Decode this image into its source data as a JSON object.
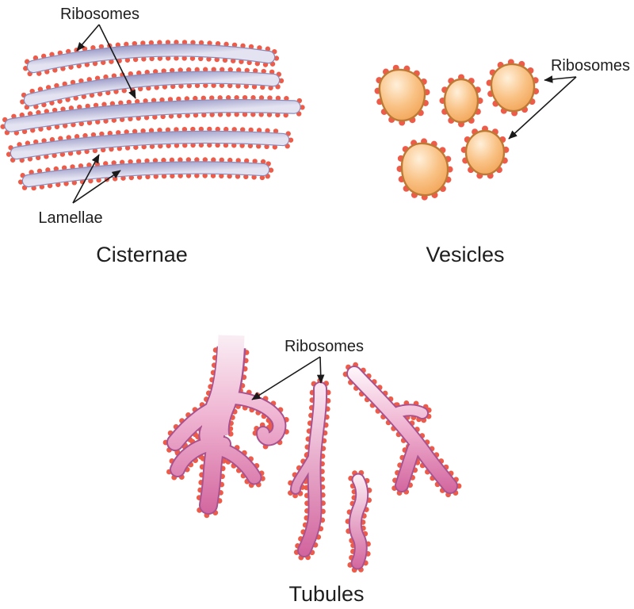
{
  "panels": {
    "cisternae": {
      "title": "Cisternae",
      "ribosomes_label": "Ribosomes",
      "lamellae_label": "Lamellae",
      "structure_count": 5
    },
    "vesicles": {
      "title": "Vesicles",
      "ribosomes_label": "Ribosomes",
      "structure_count": 5
    },
    "tubules": {
      "title": "Tubules",
      "ribosomes_label": "Ribosomes",
      "structure_count": 4
    }
  },
  "colors": {
    "background": "#ffffff",
    "text": "#1e1e1e",
    "arrow": "#1a1a1a",
    "ribosome_dot": "#ee5b49",
    "cisterna_fill_light": "#e3e3f2",
    "cisterna_fill_dark": "#9d9dc9",
    "cisterna_outline": "#8a8ab8",
    "vesicle_fill_light": "#fff0da",
    "vesicle_fill_dark": "#f09c4b",
    "vesicle_outline": "#bd7a35",
    "tubule_fill_light": "#f9ecf3",
    "tubule_fill_dark": "#d2659e",
    "tubule_outline": "#a85390"
  },
  "dots": {
    "color": "#ee5b49"
  }
}
